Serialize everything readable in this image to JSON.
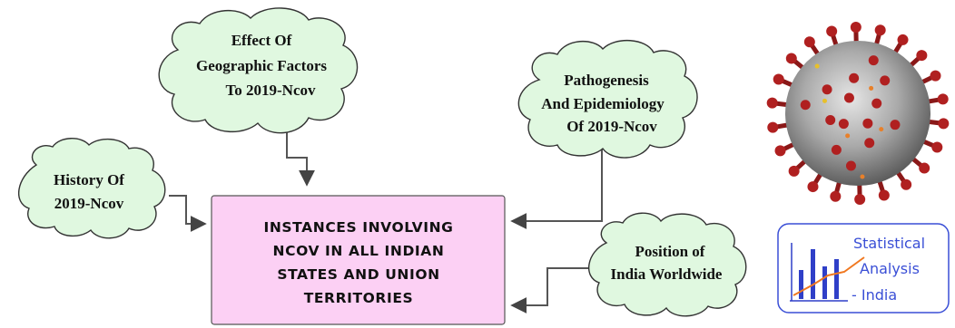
{
  "central_box": {
    "lines": [
      "INSTANCES INVOLVING",
      "NCOV IN ALL INDIAN",
      "STATES AND UNION",
      "TERRITORIES"
    ],
    "fill": "#fcd0f4"
  },
  "clouds": {
    "effect": {
      "lines": [
        "Effect Of",
        "Geographic Factors",
        "To 2019-Ncov"
      ]
    },
    "pathogenesis": {
      "lines": [
        "Pathogenesis",
        "And Epidemiology",
        "Of 2019-Ncov"
      ]
    },
    "history": {
      "lines": [
        "History Of",
        "2019-Ncov"
      ]
    },
    "position": {
      "lines": [
        "Position of",
        "India Worldwide"
      ]
    },
    "fill": "#e0f8e0",
    "stroke": "#333333"
  },
  "stat_logo": {
    "lines": [
      "Statistical",
      "Analysis",
      "- India"
    ],
    "bar_color": "#2f3fc8",
    "trend_color": "#f07820"
  },
  "virus_image": {
    "icon": "coronavirus-icon",
    "spike_color": "#b02020",
    "body_color": "#a8a8a8"
  }
}
